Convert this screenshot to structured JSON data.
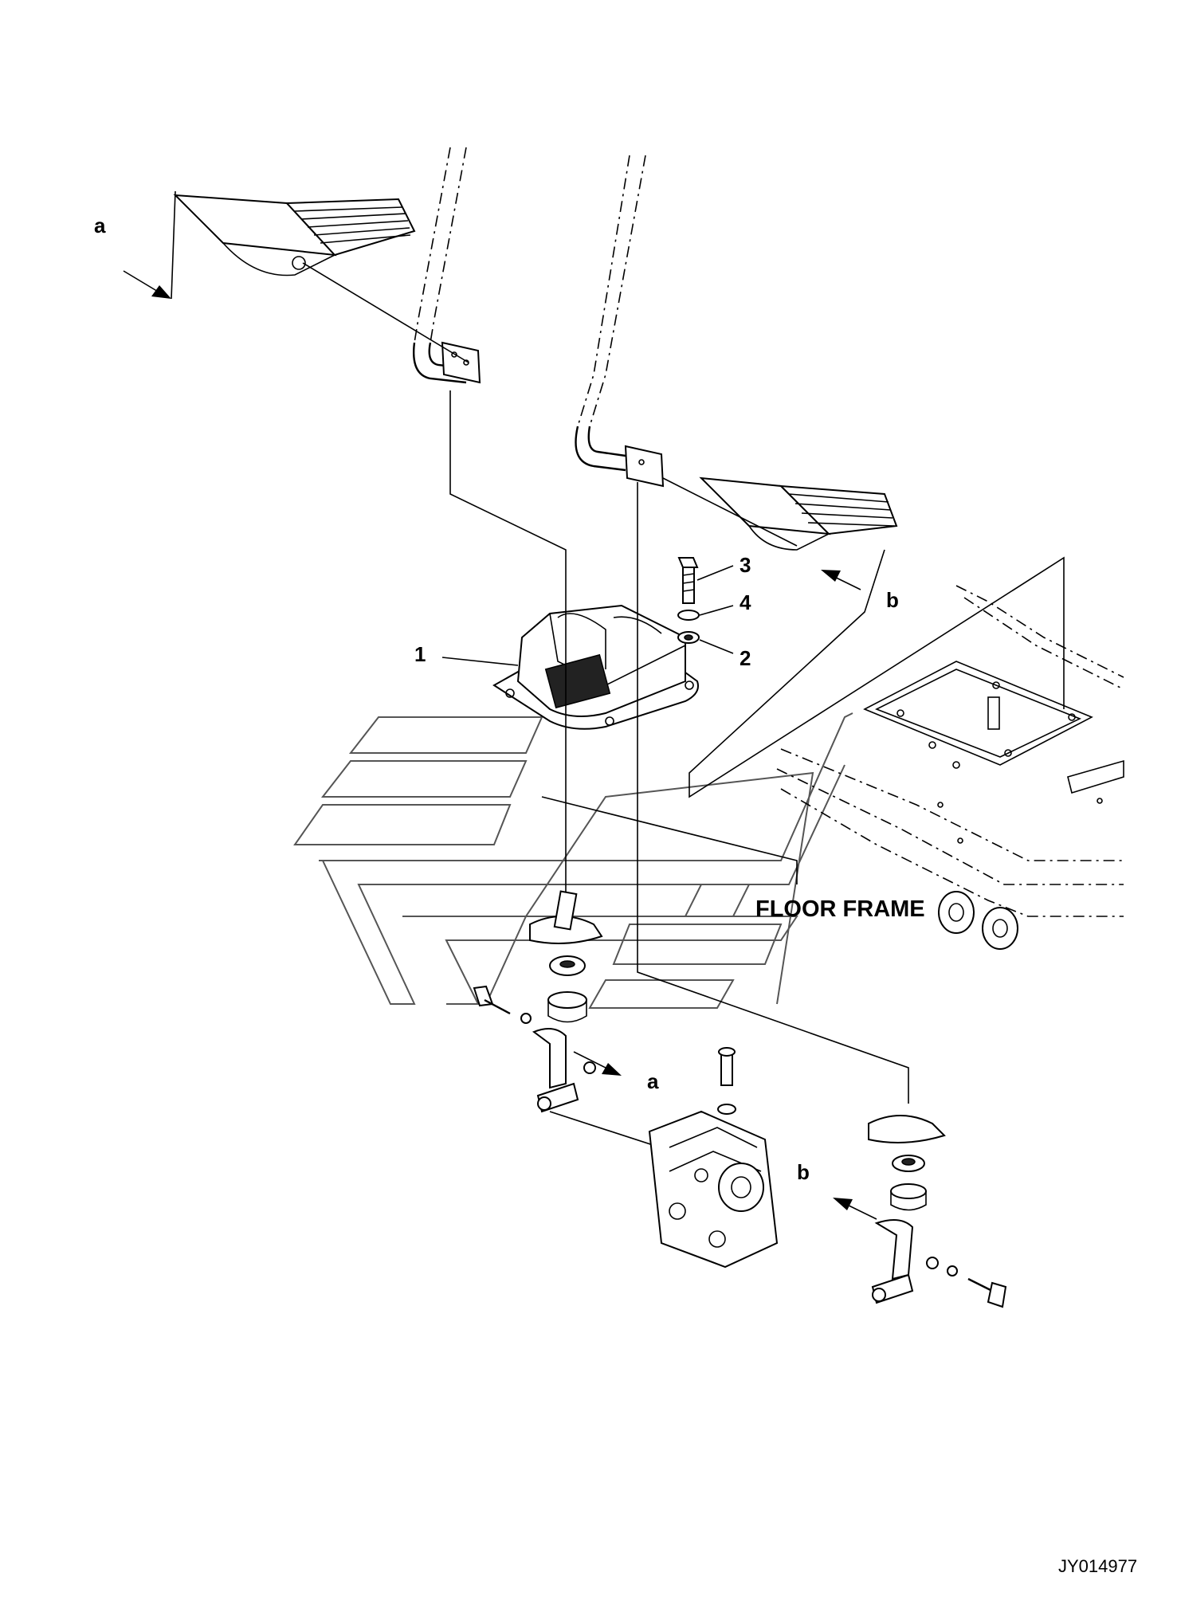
{
  "callouts": {
    "part_1": "1",
    "part_2": "2",
    "part_3": "3",
    "part_4": "4"
  },
  "view_refs": {
    "a_top": "a",
    "b_top": "b",
    "a_bottom": "a",
    "b_bottom": "b"
  },
  "labels": {
    "floor_frame": "FLOOR FRAME"
  },
  "drawing_number": "JY014977"
}
